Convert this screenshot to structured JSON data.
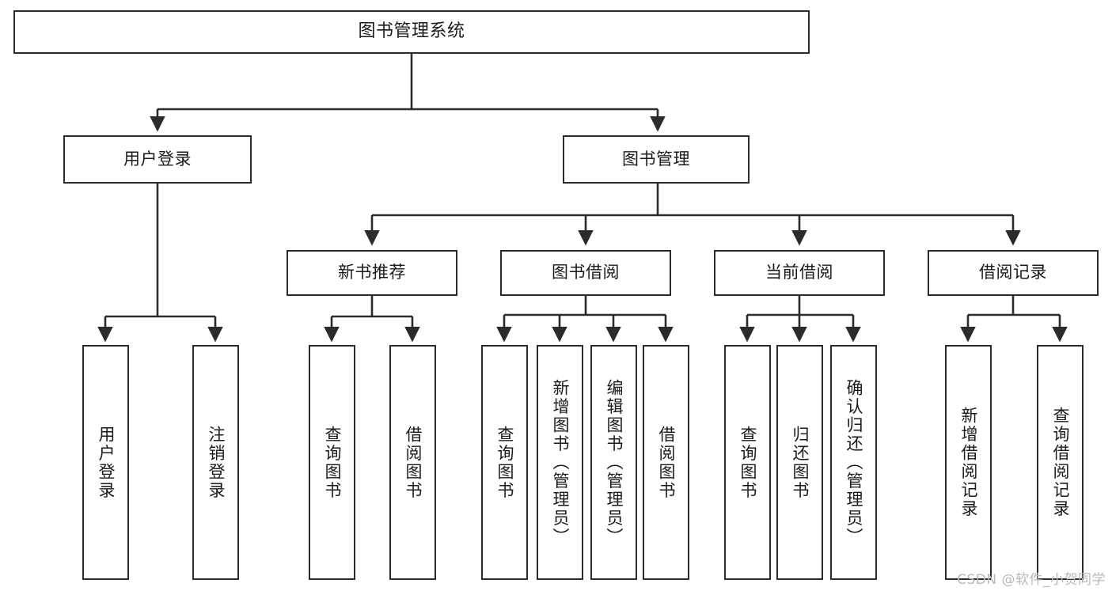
{
  "diagram": {
    "type": "hierarchy-tree",
    "title": "图书管理系统",
    "levels": 4,
    "nodes": {
      "root": {
        "label": "图书管理系统"
      },
      "level2": [
        {
          "id": "user-login",
          "label": "用户登录"
        },
        {
          "id": "book-management",
          "label": "图书管理"
        }
      ],
      "level3": [
        {
          "id": "new-book-recommend",
          "label": "新书推荐"
        },
        {
          "id": "book-borrow",
          "label": "图书借阅"
        },
        {
          "id": "current-borrow",
          "label": "当前借阅"
        },
        {
          "id": "borrow-record",
          "label": "借阅记录"
        }
      ],
      "leaves": {
        "user_login": [
          {
            "id": "leaf-user-login",
            "label": "用户登录"
          },
          {
            "id": "leaf-logout-login",
            "label": "注销登录"
          }
        ],
        "new_book_recommend": [
          {
            "id": "leaf-query-book-1",
            "label": "查询图书"
          },
          {
            "id": "leaf-borrow-book-1",
            "label": "借阅图书"
          }
        ],
        "book_borrow": [
          {
            "id": "leaf-query-book-2",
            "label": "查询图书"
          },
          {
            "id": "leaf-add-book",
            "label": "新增图书（管理员）"
          },
          {
            "id": "leaf-edit-book",
            "label": "编辑图书（管理员）"
          },
          {
            "id": "leaf-borrow-book-2",
            "label": "借阅图书"
          }
        ],
        "current_borrow": [
          {
            "id": "leaf-query-book-3",
            "label": "查询图书"
          },
          {
            "id": "leaf-return-book",
            "label": "归还图书"
          },
          {
            "id": "leaf-confirm-return",
            "label": "确认归还（管理员）"
          }
        ],
        "borrow_record": [
          {
            "id": "leaf-add-record",
            "label": "新增借阅记录"
          },
          {
            "id": "leaf-query-record",
            "label": "查询借阅记录"
          }
        ]
      }
    },
    "colors": {
      "border": "#2b2b2b",
      "background": "#ffffff",
      "text": "#1a1a1a",
      "connector": "#2b2b2b",
      "watermark": "#b9b9b9"
    }
  },
  "watermark": {
    "text": "CSDN @软件_小贺同学"
  }
}
